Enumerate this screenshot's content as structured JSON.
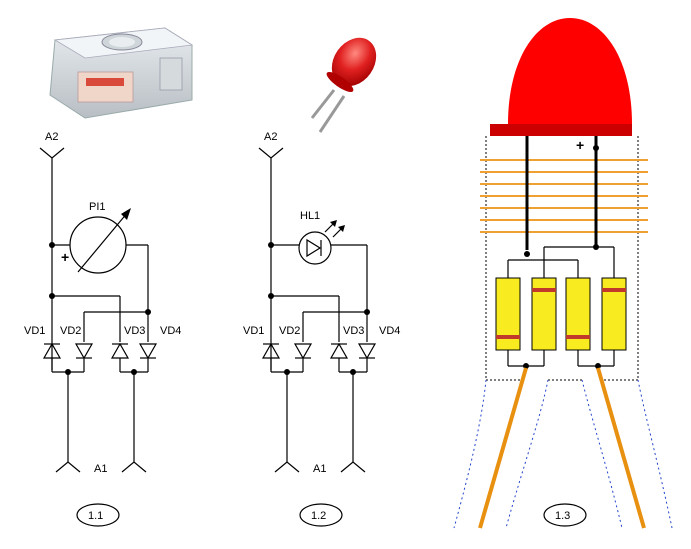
{
  "diagram": {
    "fig1": {
      "terminal_top": "A2",
      "terminal_bottom": "A1",
      "meter_label": "PI1",
      "plus_sign": "+",
      "diodes": [
        "VD1",
        "VD2",
        "VD3",
        "VD4"
      ],
      "caption": "1.1"
    },
    "fig2": {
      "terminal_top": "A2",
      "terminal_bottom": "A1",
      "led_label": "HL1",
      "diodes": [
        "VD1",
        "VD2",
        "VD3",
        "VD4"
      ],
      "caption": "1.2"
    },
    "fig3": {
      "plus_sign": "+",
      "caption": "1.3"
    },
    "colors": {
      "led_red": "#ff0000",
      "led_base": "#cc0000",
      "wire_orange": "#f0a030",
      "lead_orange": "#e89010",
      "diode_body": "#f8ec20",
      "diode_band": "#c0392b",
      "dashed_blue": "#2244cc"
    }
  }
}
